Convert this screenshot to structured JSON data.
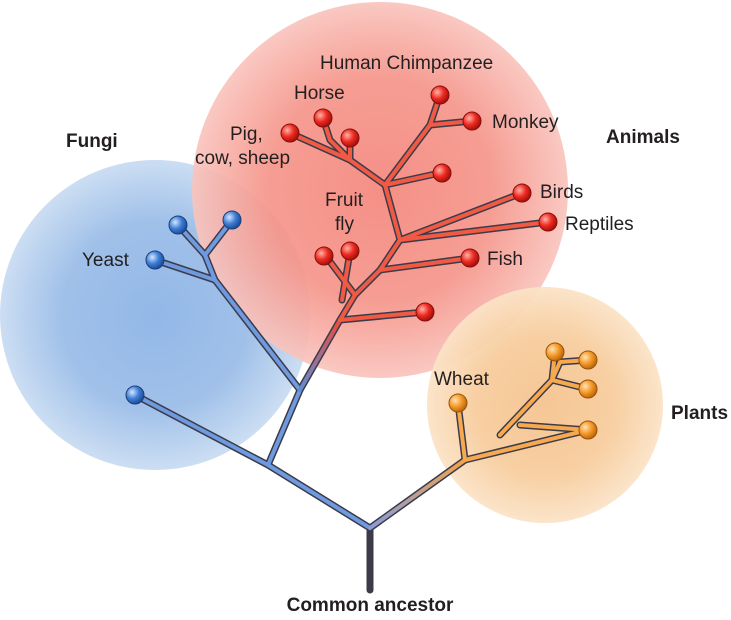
{
  "colors": {
    "fungi": "#5b8fd8",
    "animals": "#ee4a3c",
    "plants": "#f4a347",
    "root": "#d77ad0",
    "stroke": "#3b3b4a"
  },
  "groups": {
    "fungi": "Fungi",
    "animals": "Animals",
    "plants": "Plants",
    "root": "Common ancestor"
  },
  "leaves": {
    "yeast": "Yeast",
    "human_chimpanzee": "Human Chimpanzee",
    "horse": "Horse",
    "pig_line1": "Pig,",
    "pig_line2": "cow, sheep",
    "monkey": "Monkey",
    "fruit_fly_line1": "Fruit",
    "fruit_fly_line2": "fly",
    "birds": "Birds",
    "reptiles": "Reptiles",
    "fish": "Fish",
    "wheat": "Wheat"
  }
}
